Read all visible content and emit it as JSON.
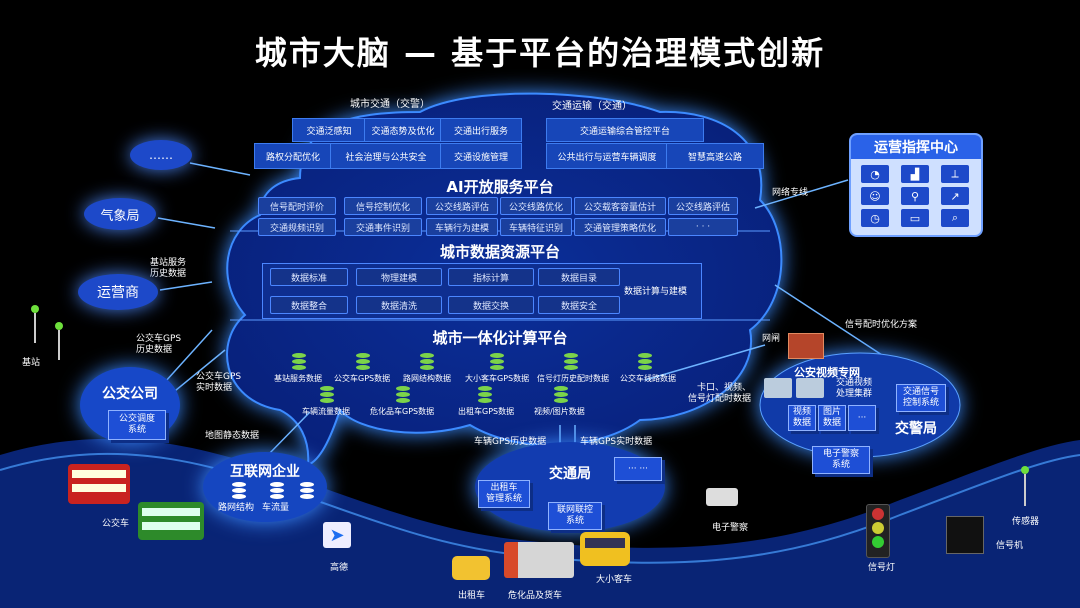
{
  "title": "城市大脑 — 基于平台的治理模式创新",
  "traffic": {
    "label": "城市交通（交警）",
    "items": [
      "交通泛感知",
      "交通态势及优化",
      "交通出行服务",
      "路权分配优化",
      "社会治理与公共安全",
      "交通设施管理"
    ]
  },
  "transport": {
    "label": "交通运输（交通）",
    "items": [
      "交通运输综合管控平台",
      "公共出行与运营车辆调度",
      "智慧高速公路"
    ]
  },
  "ai_platform": {
    "title": "AI开放服务平台",
    "items": [
      "信号配时评价",
      "信号控制优化",
      "公交线路评估",
      "公交线路优化",
      "公交载客容量估计",
      "公交线路评估",
      "交通规频识别",
      "交通事件识别",
      "车辆行为建模",
      "车辆特征识别",
      "交通管理策略优化",
      "· · ·"
    ]
  },
  "data_platform": {
    "title": "城市数据资源平台",
    "items": [
      "数据标准",
      "物理建模",
      "指标计算",
      "数据目录",
      "数据整合",
      "数据清洗",
      "数据交换",
      "数据安全"
    ],
    "side": "数据计算与建模"
  },
  "compute_platform": {
    "title": "城市一体化计算平台",
    "row1": [
      "基站服务数据",
      "公交车GPS数据",
      "路网结构数据",
      "大小客车GPS数据",
      "信号灯历史配时数据",
      "公交车线路数据"
    ],
    "row2": [
      "车辆流量数据",
      "危化品车GPS数据",
      "出租车GPS数据",
      "视频/图片数据"
    ]
  },
  "ops_center": {
    "title": "运营指挥中心",
    "icons": [
      "pie-chart",
      "bar-chart",
      "line-chart",
      "people",
      "map-pin",
      "trend",
      "gauge",
      "cctv",
      "search"
    ]
  },
  "left": {
    "ellipsis": "……",
    "weather": "气象局",
    "operator": "运营商",
    "operator_link": "基站服务\n历史数据",
    "bus_company": "公交公司",
    "bus_dispatch": "公交调度\n系统",
    "bus_gps_hist": "公交车GPS\n历史数据",
    "bus_gps_rt": "公交车GPS\n实时数据",
    "base_station": "基站",
    "map_static": "地图静态数据",
    "internet": "互联网企业",
    "road_net": "路网结构",
    "traffic_flow": "车流量",
    "bus": "公交车",
    "amap": "高德"
  },
  "right": {
    "network": "网络专线",
    "signal_plan": "信号配时优化方案",
    "gateway": "网闸",
    "checkpoint": "卡口、视频、\n信号灯配时数据",
    "police_net": "公安视频专网",
    "video_cluster": "交通视频\n处理集群",
    "video_data": "视频\n数据",
    "image_data": "图片\n数据",
    "dots": "···",
    "signal_sys": "交通信号\n控制系统",
    "police": "交警局",
    "e_police_sys": "电子警察\n系统",
    "e_police": "电子警察",
    "signal_light": "信号灯",
    "signal_machine": "信号机",
    "sensor": "传感器"
  },
  "bottom": {
    "gps_hist": "车辆GPS历史数据",
    "gps_rt": "车辆GPS实时数据",
    "transport_bureau": "交通局",
    "transport_dots": "··· ···",
    "taxi_sys": "出租车\n管理系统",
    "network_sys": "联网联控\n系统",
    "taxi": "出租车",
    "truck": "危化品及货车",
    "bus_small": "大小客车"
  }
}
